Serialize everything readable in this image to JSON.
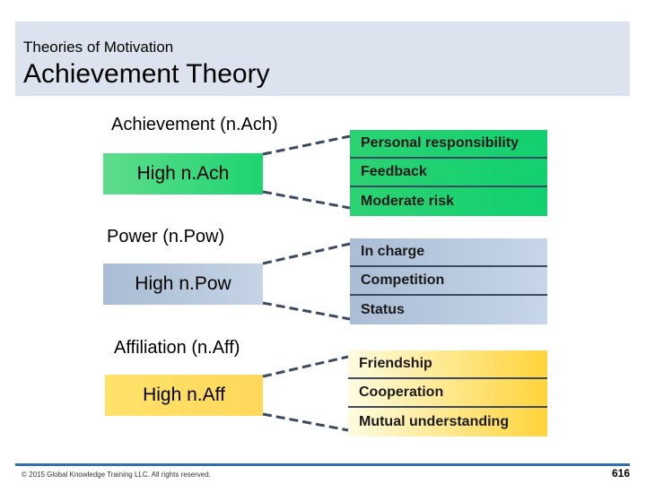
{
  "header": {
    "subtitle": "Theories of Motivation",
    "title": "Achievement Theory"
  },
  "groups": [
    {
      "label": "Achievement (n.Ach)",
      "box": "High n.Ach",
      "items": [
        "Personal responsibility",
        "Feedback",
        "Moderate risk"
      ]
    },
    {
      "label": "Power (n.Pow)",
      "box": "High n.Pow",
      "items": [
        "In charge",
        "Competition",
        "Status"
      ]
    },
    {
      "label": "Affiliation (n.Aff)",
      "box": "High n.Aff",
      "items": [
        "Friendship",
        "Cooperation",
        "Mutual understanding"
      ]
    }
  ],
  "footer": {
    "copyright": "© 2015 Global Knowledge Training LLC. All rights reserved.",
    "page": "616"
  },
  "colors": {
    "green": "#1ed471",
    "blue": "#b7c8dd",
    "yellow": "#ffd85a",
    "header_bg": "#dde3ee",
    "footer_line": "#2f6fb0"
  }
}
